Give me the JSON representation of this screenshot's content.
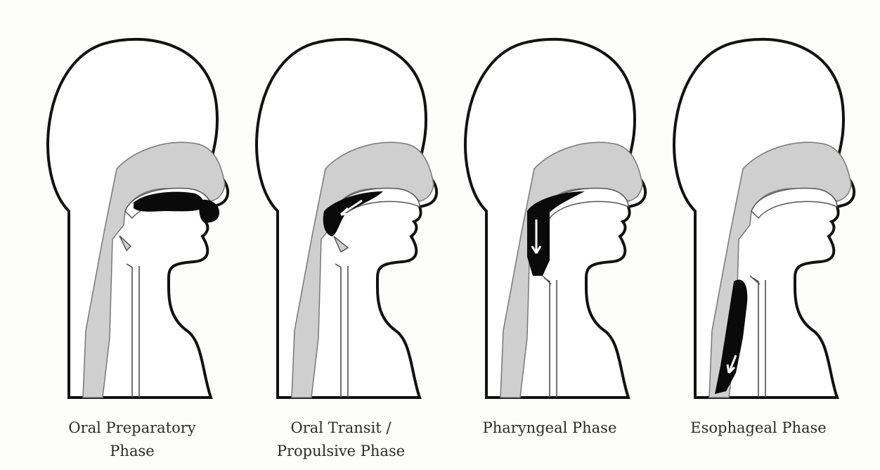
{
  "figure": {
    "panels": [
      {
        "id": "oral-preparatory",
        "caption_lines": [
          "Oral Preparatory",
          "Phase"
        ]
      },
      {
        "id": "oral-transit",
        "caption_lines": [
          "Oral Transit /",
          "Propulsive Phase"
        ]
      },
      {
        "id": "pharyngeal",
        "caption_lines": [
          "Pharyngeal Phase"
        ]
      },
      {
        "id": "esophageal",
        "caption_lines": [
          "Esophageal Phase"
        ]
      }
    ],
    "colors": {
      "outline": "#111111",
      "tissue": "#cfcfcf",
      "bolus": "#0a0a0a",
      "background": "#fdfdfc"
    }
  }
}
